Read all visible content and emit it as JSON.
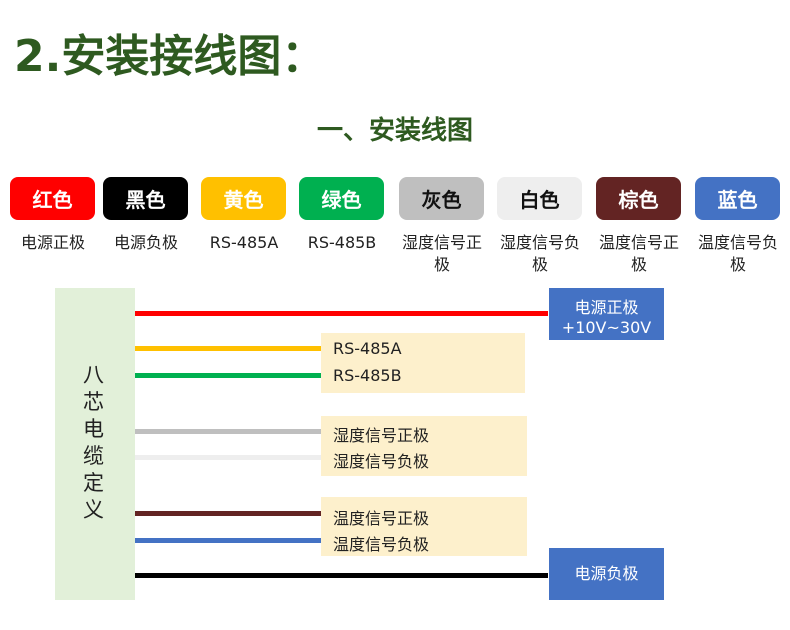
{
  "title": "2.安装接线图：",
  "subtitle": "一、安装线图",
  "chips": [
    {
      "name": "红色",
      "desc": "电源正极",
      "bg": "#ff0000",
      "fg": "#ffffff"
    },
    {
      "name": "黑色",
      "desc": "电源负极",
      "bg": "#000000",
      "fg": "#ffffff"
    },
    {
      "name": "黄色",
      "desc": "RS-485A",
      "bg": "#ffc000",
      "fg": "#ffffff"
    },
    {
      "name": "绿色",
      "desc": "RS-485B",
      "bg": "#00b050",
      "fg": "#ffffff"
    },
    {
      "name": "灰色",
      "desc": "湿度信号正极",
      "bg": "#bfbfbf",
      "fg": "#111111"
    },
    {
      "name": "白色",
      "desc": "湿度信号负极",
      "bg": "#eeeeee",
      "fg": "#111111"
    },
    {
      "name": "棕色",
      "desc": "温度信号正极",
      "bg": "#632423",
      "fg": "#ffffff"
    },
    {
      "name": "蓝色",
      "desc": "温度信号负极",
      "bg": "#4472c4",
      "fg": "#ffffff"
    }
  ],
  "cable_label": "八芯电缆定义",
  "power_pos": {
    "line1": "电源正极",
    "line2": "+10V~30V"
  },
  "rs485": [
    "RS-485A",
    "RS-485B"
  ],
  "humidity": [
    "湿度信号正极",
    "湿度信号负极"
  ],
  "temperature": [
    "温度信号正极",
    "温度信号负极"
  ],
  "power_neg": "电源负极"
}
